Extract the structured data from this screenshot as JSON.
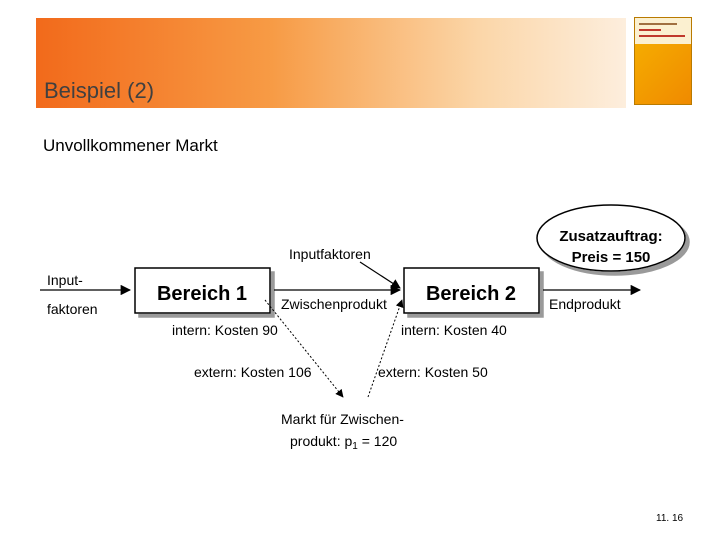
{
  "slide": {
    "title": "Beispiel (2)",
    "subtitle": "Unvollkommener Markt",
    "page_number": "11. 16"
  },
  "diagram": {
    "input_label_line1": "Input-",
    "input_label_line2": "faktoren",
    "bereich1": "Bereich 1",
    "bereich2": "Bereich 2",
    "inputfaktoren": "Inputfaktoren",
    "zwischenprodukt": "Zwischenprodukt",
    "endprodukt": "Endprodukt",
    "intern1": "intern: Kosten 90",
    "intern2": "intern: Kosten 40",
    "extern1": "extern: Kosten 106",
    "extern2": "extern: Kosten 50",
    "markt_line1": "Markt für Zwischen-",
    "markt_line2_prefix": "produkt: p",
    "markt_line2_sub": "1",
    "markt_line2_suffix": " = 120",
    "oval_line1": "Zusatzauftrag:",
    "oval_line2": "Preis = 150"
  }
}
